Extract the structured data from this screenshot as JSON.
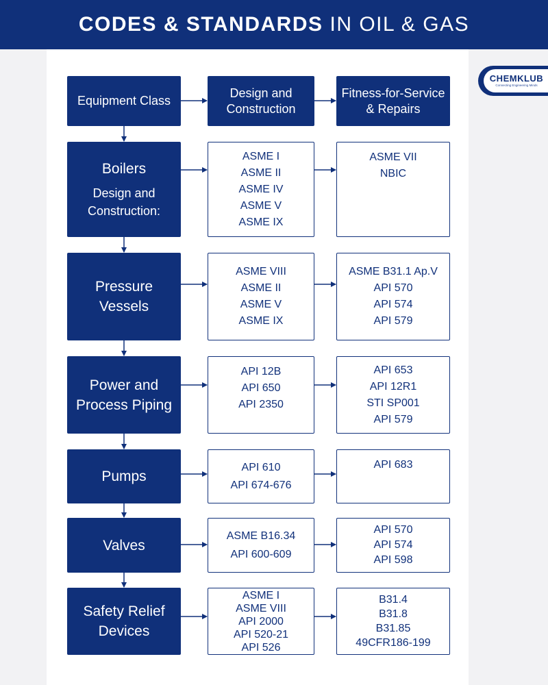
{
  "header": {
    "title_bold": "CODES & STANDARDS",
    "title_light": "IN OIL & GAS"
  },
  "logo": {
    "name": "CHEMKLUB",
    "tagline": "Connecting Engineering Minds"
  },
  "column_heads": {
    "equipment_class": "Equipment Class",
    "design": "Design and Construction",
    "fitness": "Fitness-for-Service & Repairs"
  },
  "rows": [
    {
      "category": "Boilers",
      "category_sub": "Design and Construction:",
      "design": [
        "ASME I",
        "ASME  II",
        "ASME IV",
        "ASME V",
        "ASME IX"
      ],
      "fitness": [
        "ASME VII",
        "NBIC"
      ]
    },
    {
      "category": "Pressure Vessels",
      "design": [
        "ASME VIII",
        "ASME  II",
        "ASME  V",
        "ASME IX"
      ],
      "fitness": [
        "ASME B31.1 Ap.V",
        "API 570",
        "API 574",
        "API 579"
      ]
    },
    {
      "category": "Power and Process Piping",
      "design": [
        "API 12B",
        "API 650",
        "API 2350"
      ],
      "fitness": [
        "API 653",
        "API 12R1",
        "STI SP001",
        "API 579"
      ]
    },
    {
      "category": "Pumps",
      "design": [
        "API 610",
        "API 674-676"
      ],
      "fitness": [
        "API 683"
      ]
    },
    {
      "category": "Valves",
      "design": [
        "ASME B16.34",
        "API 600-609"
      ],
      "fitness": [
        "API 570",
        "API 574",
        "API 598"
      ]
    },
    {
      "category": "Safety Relief Devices",
      "design": [
        "ASME I",
        "ASME VIII",
        "API 2000",
        "API 520-21",
        "API 526"
      ],
      "fitness": [
        "B31.4",
        "B31.8",
        "B31.85",
        "49CFR186-199"
      ]
    }
  ]
}
